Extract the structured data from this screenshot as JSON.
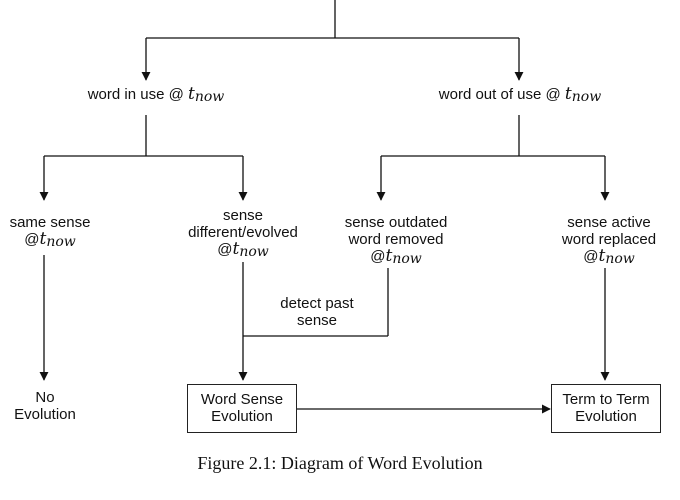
{
  "nodes": {
    "in_use": {
      "text": "word in use @",
      "time": "t",
      "sub": "now"
    },
    "out_of_use": {
      "text": "word out of use @",
      "time": "t",
      "sub": "now"
    },
    "same_sense": {
      "line1": "same sense",
      "at": "@",
      "time": "t",
      "sub": "now"
    },
    "sense_diff": {
      "line1": "sense",
      "line2": "different/evolved",
      "at": "@",
      "time": "t",
      "sub": "now"
    },
    "sense_outdated": {
      "line1": "sense outdated",
      "line2": "word removed",
      "at": "@",
      "time": "t",
      "sub": "now"
    },
    "sense_active": {
      "line1": "sense active",
      "line2": "word replaced",
      "at": "@",
      "time": "t",
      "sub": "now"
    },
    "detect_past": {
      "line1": "detect past",
      "line2": "sense"
    },
    "no_evolution": {
      "line1": "No",
      "line2": "Evolution"
    },
    "wse": {
      "line1": "Word Sense",
      "line2": "Evolution"
    },
    "tte": {
      "line1": "Term to Term",
      "line2": "Evolution"
    }
  },
  "caption": "Figure 2.1: Diagram of Word Evolution"
}
